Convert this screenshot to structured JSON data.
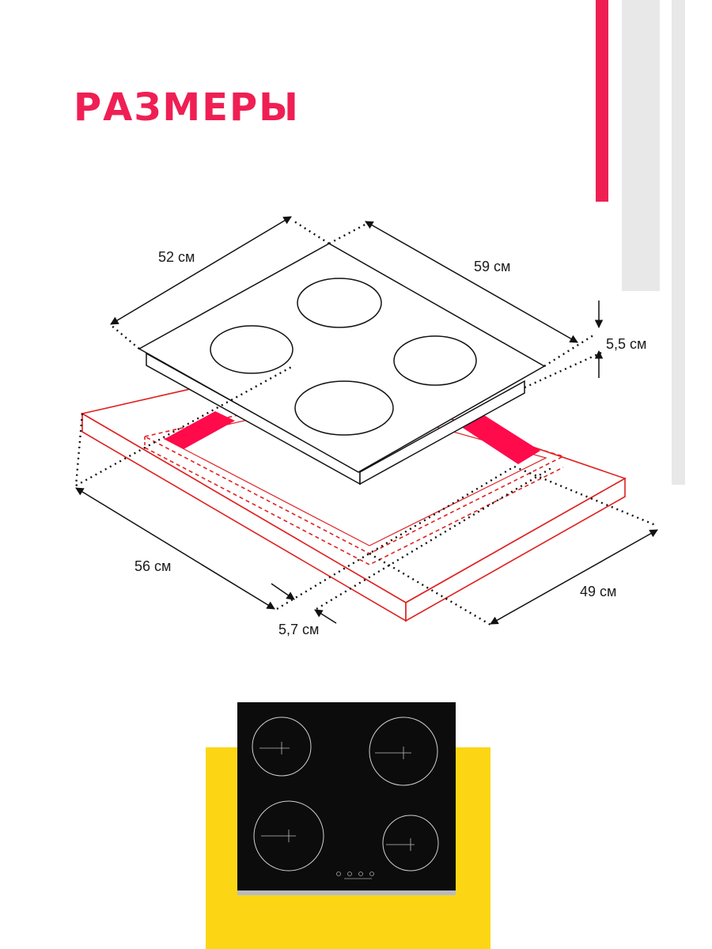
{
  "title": "РАЗМЕРЫ",
  "colors": {
    "accent": "#ef1f54",
    "frame": "#e02020",
    "mount_block": "#ff0a4a",
    "yellow": "#fcd615",
    "glass": "#0c0c0c"
  },
  "dimensions": {
    "depth_top": "52 см",
    "width_top": "59 см",
    "thickness": "5,5 см",
    "cutout_width": "56 см",
    "cutout_depth": "49 см",
    "edge_offset": "5,7 см"
  },
  "product_photo": {
    "burners": 4,
    "control_buttons": 4
  }
}
